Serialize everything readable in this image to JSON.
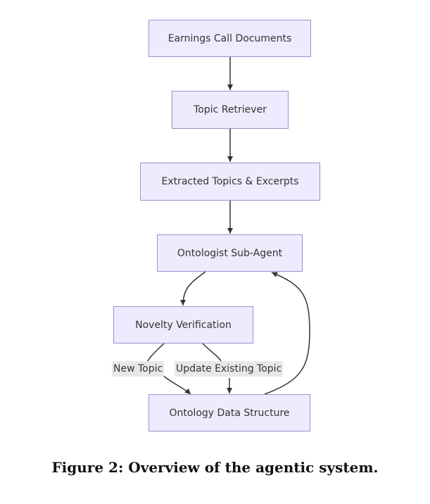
{
  "diagram": {
    "nodes": {
      "earnings": "Earnings Call Documents",
      "retriever": "Topic Retriever",
      "extracted": "Extracted Topics & Excerpts",
      "ontologist": "Ontologist Sub-Agent",
      "novelty": "Novelty Verification",
      "ontology": "Ontology Data Structure"
    },
    "edge_labels": {
      "new_topic": "New Topic",
      "update_existing": "Update Existing Topic"
    },
    "colors": {
      "node_fill": "#ececfe",
      "node_border": "#9b8fd0",
      "edge": "#333333",
      "label_bg": "#e8e8e8"
    }
  },
  "caption": "Figure 2: Overview of the agentic system."
}
